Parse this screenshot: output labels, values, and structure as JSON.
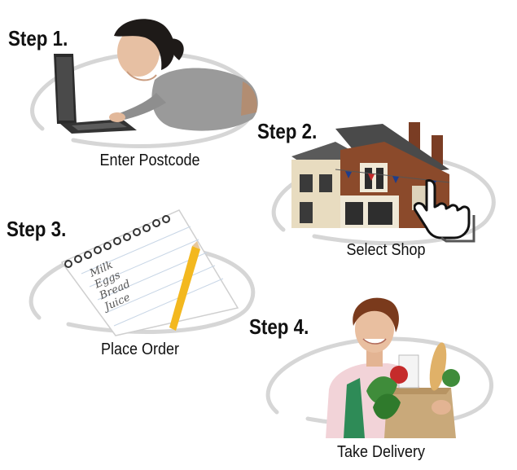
{
  "steps": [
    {
      "title": "Step 1.",
      "label": "Enter Postcode"
    },
    {
      "title": "Step 2.",
      "label": "Select Shop"
    },
    {
      "title": "Step 3.",
      "label": "Place Order"
    },
    {
      "title": "Step 4.",
      "label": "Take Delivery"
    }
  ],
  "notepad": {
    "items": [
      "Milk",
      "Eggs",
      "Bread",
      "Juice"
    ]
  },
  "colors": {
    "ring": "#d6d6d6",
    "text": "#111111",
    "pencil": "#f3b81f",
    "apron": "#2e8b57",
    "brick": "#8b4a2b"
  }
}
